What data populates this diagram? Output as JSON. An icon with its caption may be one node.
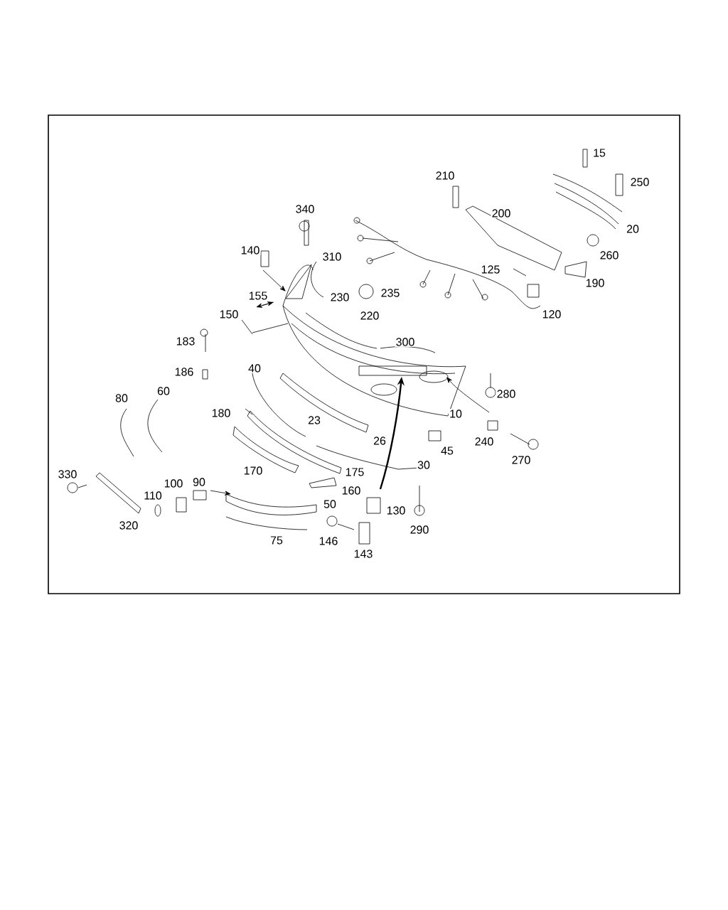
{
  "diagram": {
    "labels": [
      "15",
      "210",
      "250",
      "200",
      "340",
      "20",
      "260",
      "140",
      "310",
      "125",
      "235",
      "230",
      "190",
      "155",
      "220",
      "120",
      "150",
      "300",
      "183",
      "40",
      "186",
      "280",
      "60",
      "80",
      "23",
      "180",
      "10",
      "26",
      "45",
      "240",
      "270",
      "175",
      "170",
      "30",
      "330",
      "100",
      "90",
      "160",
      "110",
      "50",
      "130",
      "320",
      "290",
      "146",
      "75",
      "143"
    ]
  }
}
